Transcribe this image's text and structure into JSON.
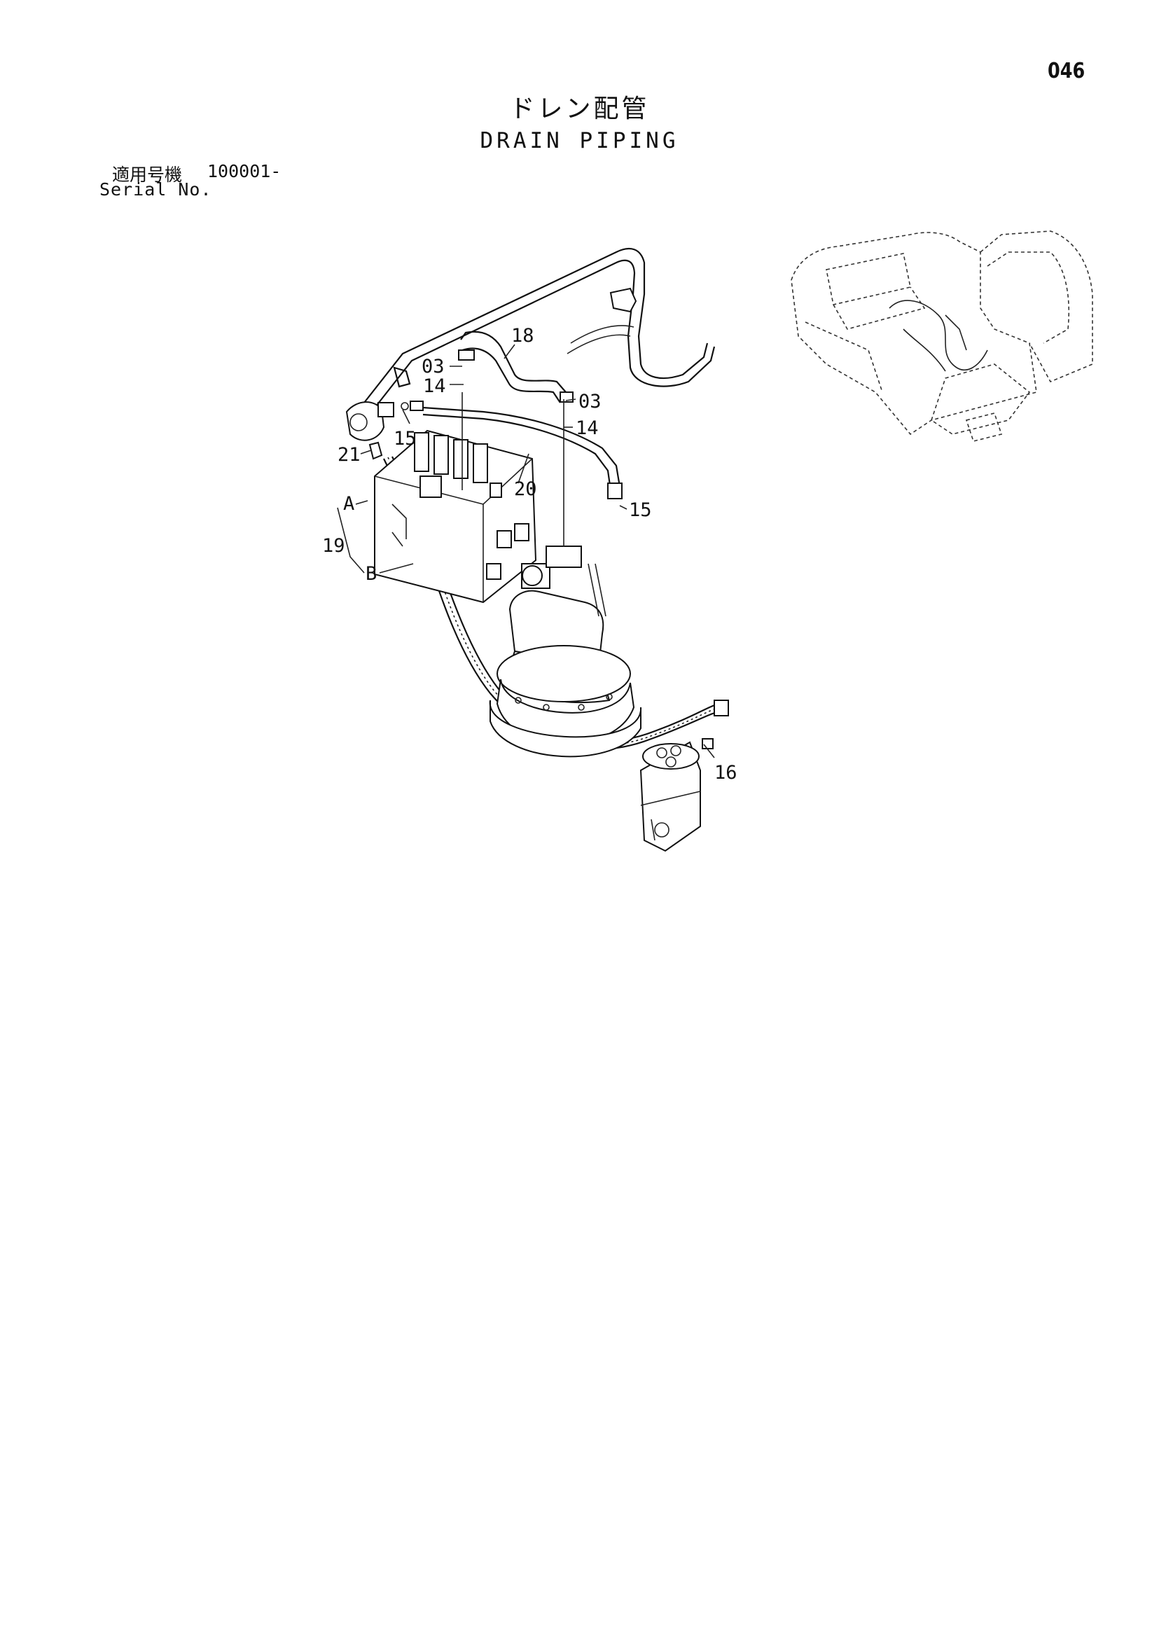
{
  "page": {
    "number": "046",
    "title_jp": "ドレン配管",
    "title_en": "DRAIN PIPING"
  },
  "serial": {
    "label_jp": "適用号機",
    "label_en": "Serial No.",
    "value": "100001-"
  },
  "callouts": {
    "c18": "18",
    "c03a": "03",
    "c14a": "14",
    "c03b": "03",
    "c14b": "14",
    "c15a": "15",
    "c21": "21",
    "c20": "20",
    "c15b": "15",
    "cA": "A",
    "c19": "19",
    "cB": "B",
    "c16": "16"
  }
}
